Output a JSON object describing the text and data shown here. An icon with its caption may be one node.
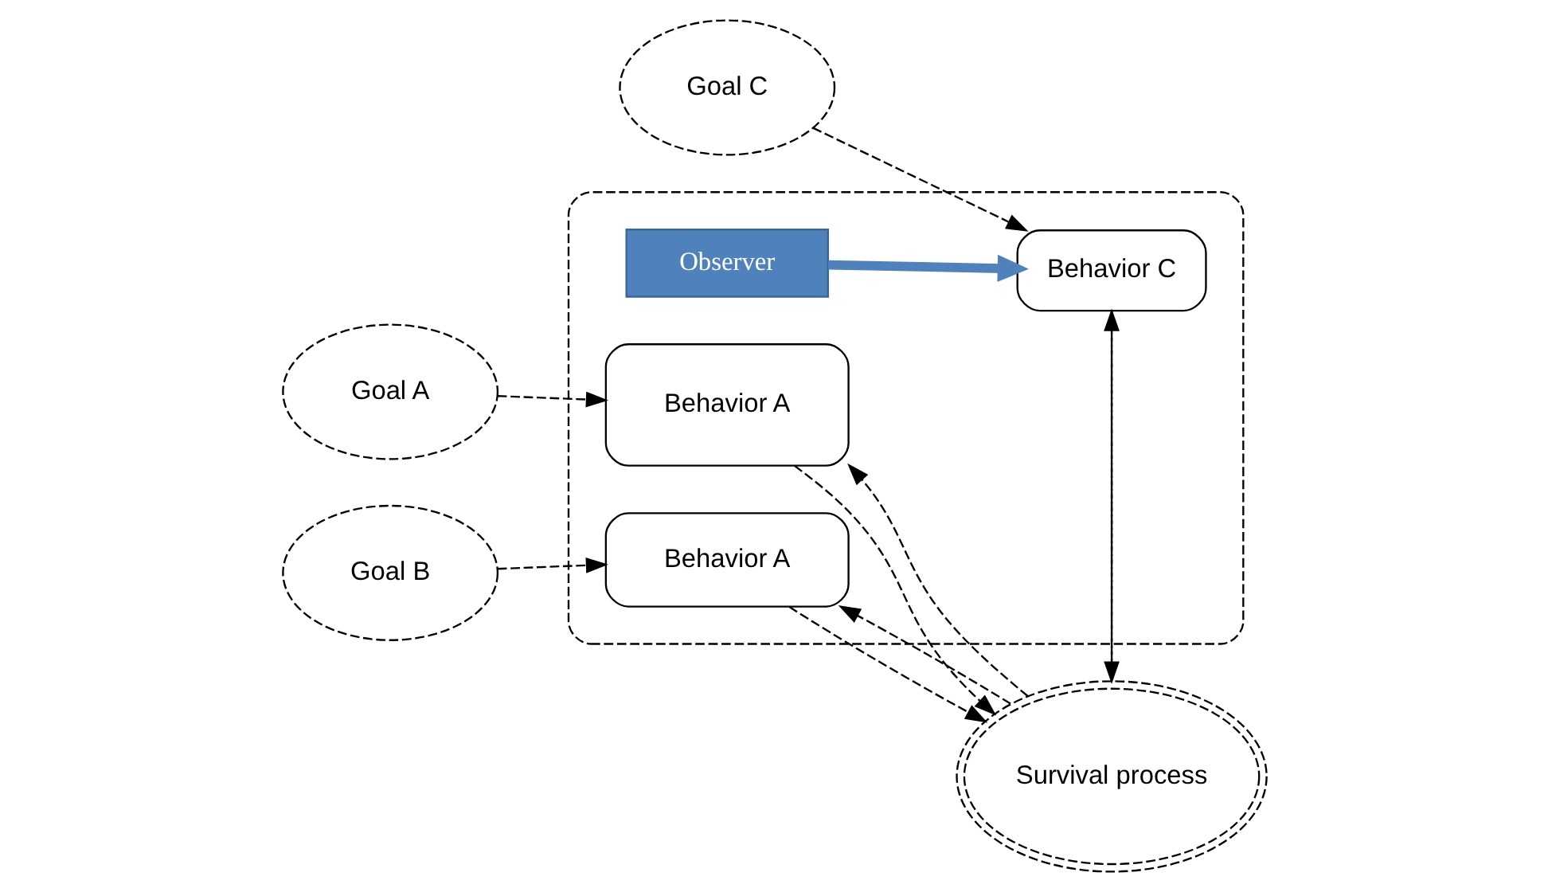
{
  "diagram": {
    "nodes": [
      {
        "text": [
          "Goal A"
        ]
      },
      {
        "text": [
          "Goal B"
        ]
      },
      {
        "text": [
          "Goal C"
        ]
      },
      {
        "text": [],
        "shape": "box"
      },
      {
        "text": [
          "Behavior A"
        ],
        "in": 3
      },
      {
        "text": [
          "Behavior A"
        ],
        "in": 3
      },
      {
        "text": [
          "Behavior C"
        ],
        "in": 3
      },
      {
        "text": [
          "Observer"
        ],
        "in": 3
      },
      {
        "text": [
          "Survival process"
        ]
      }
    ],
    "edges": [
      {
        "from": 0,
        "to": 4,
        "arrow": "to",
        "style": "dashed"
      },
      {
        "from": 1,
        "to": 5,
        "arrow": "to",
        "style": "dashed"
      },
      {
        "from": 2,
        "to": 6,
        "arrow": "to",
        "style": "dashed"
      },
      {
        "from": 4,
        "to": 8,
        "arrow": "to",
        "style": "dashed"
      },
      {
        "from": 5,
        "to": 8,
        "arrow": "to",
        "style": "dashed"
      },
      {
        "from": 6,
        "to": 8,
        "arrow": "to",
        "style": "dashed"
      },
      {
        "from": 8,
        "to": 4,
        "arrow": "to",
        "style": "dashed"
      },
      {
        "from": 8,
        "to": 5,
        "arrow": "to",
        "style": "dashed"
      },
      {
        "from": 8,
        "to": 6,
        "arrow": "to",
        "style": "dashed"
      },
      {
        "from": 7,
        "to": 6,
        "arrow": "to",
        "style": "thick",
        "color": "#4f81bd"
      }
    ]
  }
}
